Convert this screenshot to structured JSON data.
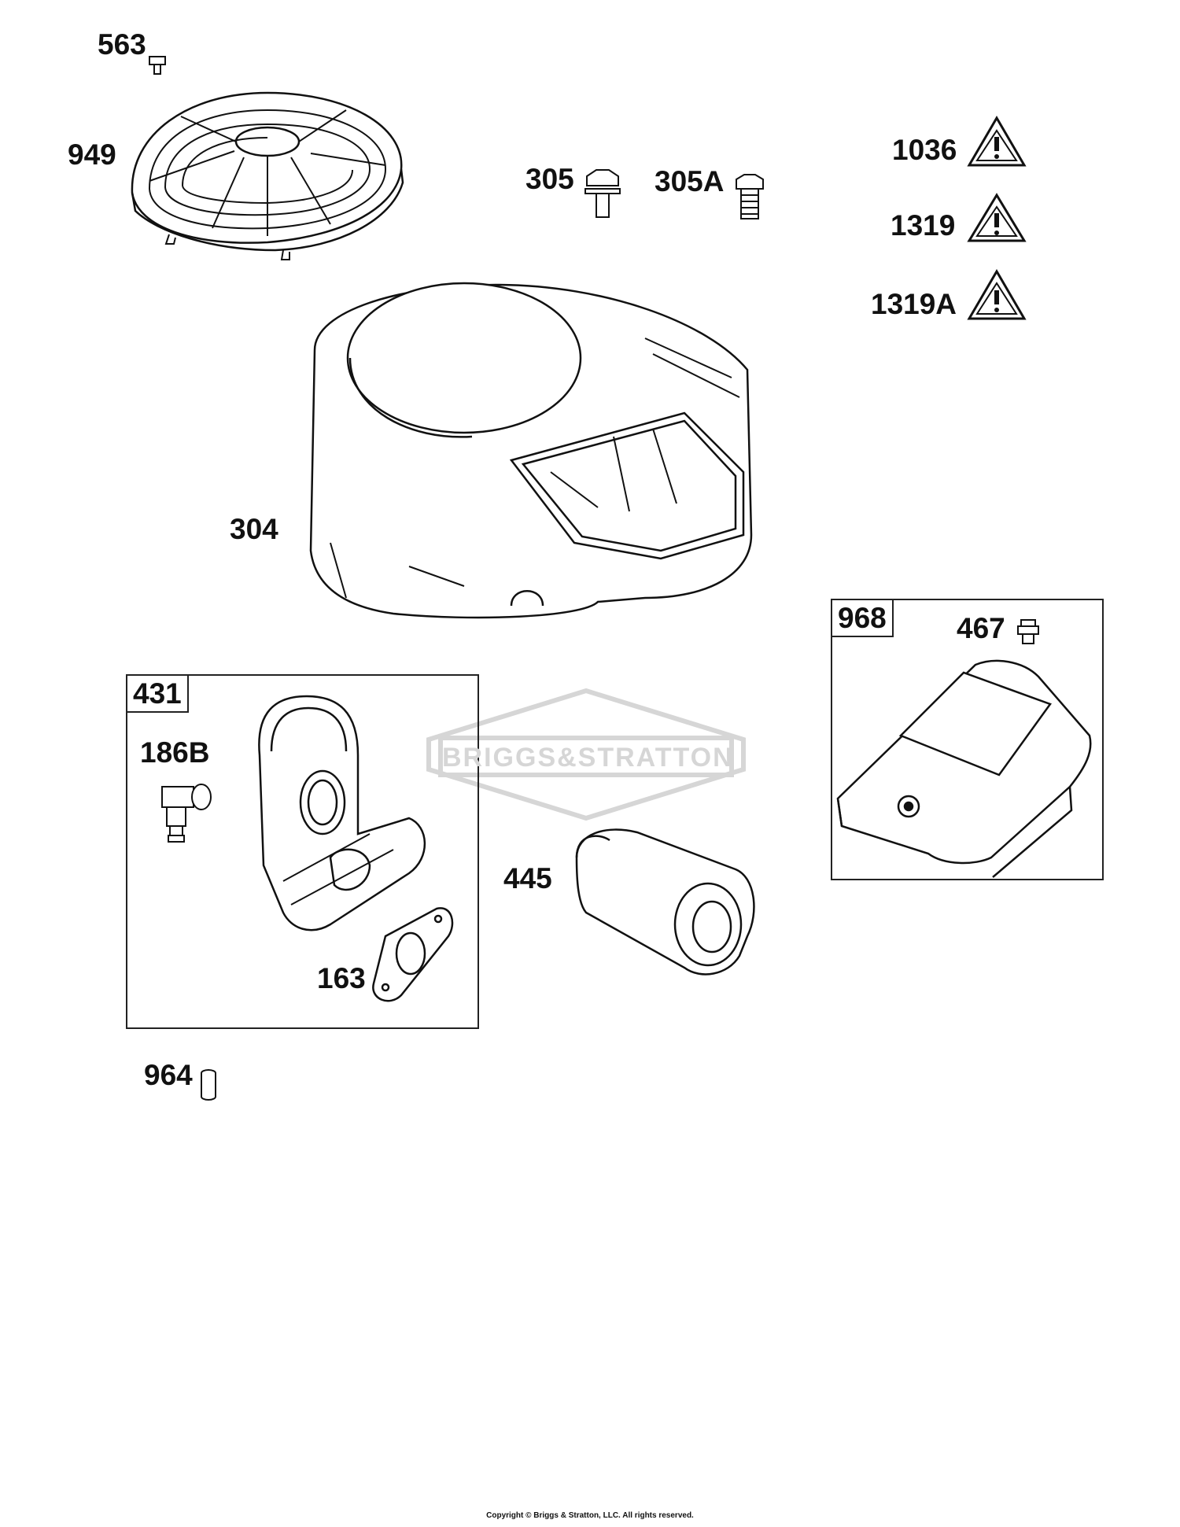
{
  "watermark": {
    "brand": "BRIGGS&STRATTON"
  },
  "parts": {
    "p563": "563",
    "p949": "949",
    "p305": "305",
    "p305A": "305A",
    "p1036": "1036",
    "p1319": "1319",
    "p1319A": "1319A",
    "p304": "304",
    "p186B": "186B",
    "p163": "163",
    "p445": "445",
    "p467": "467",
    "p964": "964"
  },
  "kits": {
    "k431": "431",
    "k968": "968"
  },
  "footer": {
    "copyright": "Copyright © Briggs & Stratton, LLC. All rights reserved."
  },
  "colors": {
    "line": "#111111",
    "shade": "#3a3a3a",
    "watermark": "#d8d8d8"
  }
}
